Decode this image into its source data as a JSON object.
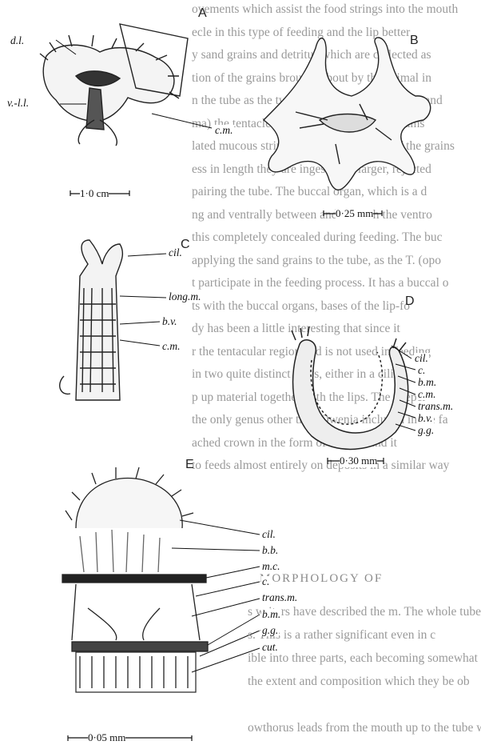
{
  "background_text": [
    "ovements which assist the food strings into the mouth",
    "ecle in this type of feeding and the lip better",
    "y sand grains and detritus which are collected as",
    "tion of the grains brought about by the animal in",
    "n the tube as the two sweep the surface of the sand",
    "ma) the tentacles to pick up a number of grains",
    "lated mucous strings already mentioned. If the grains",
    "ess in length they are ingested; if larger, rejected",
    "pairing the tube. The buccal organ, which is a d",
    "ng and ventrally between and beneath the ventro",
    "this completely concealed during feeding. The buc",
    "applying the sand grains to the tube, as the T. (opo",
    "t participate in the feeding process. It has a buccal o",
    "ts with the buccal organs, bases of the lip-fo",
    "dy has been a little interesting that since it",
    "r the tentacular region and is not used in feeding",
    "in two quite distinct ways, either in a cilia",
    "p up material together with the lips. The deeper",
    "the only genus other than Owenia included in the fa",
    "ached crown in the form of a broad and it",
    "to feeds almost entirely on deposits in a similar way"
  ],
  "section_heading": "MORPHOLOGY OF",
  "lower_text": [
    "s writers have described the m. The whole tube",
    "s. This is a rather significant even in c",
    "ible into three parts, each becoming somewhat abrupt",
    "the extent and composition which they be ob",
    "",
    "owthorus leads from the mouth up to the tube wit"
  ],
  "panels": {
    "A": {
      "letter": "A",
      "labels": [
        "d.l.",
        "v.-l.l.",
        "c.m."
      ],
      "scale": "1·0 cm"
    },
    "B": {
      "letter": "B",
      "scale": "0·25 mm"
    },
    "C": {
      "letter": "C",
      "labels": [
        "cil.",
        "long.m.",
        "b.v.",
        "c.m."
      ]
    },
    "D": {
      "letter": "D",
      "labels": [
        "cil.",
        "c.",
        "b.m.",
        "c.m.",
        "trans.m.",
        "b.v.",
        "g.g."
      ],
      "scale": "0·30 mm"
    },
    "E": {
      "letter": "E",
      "labels": [
        "cil.",
        "b.b.",
        "m.c.",
        "c.",
        "trans.m.",
        "b.m.",
        "g.g.",
        "cut."
      ],
      "scale": "0·05 mm"
    }
  }
}
